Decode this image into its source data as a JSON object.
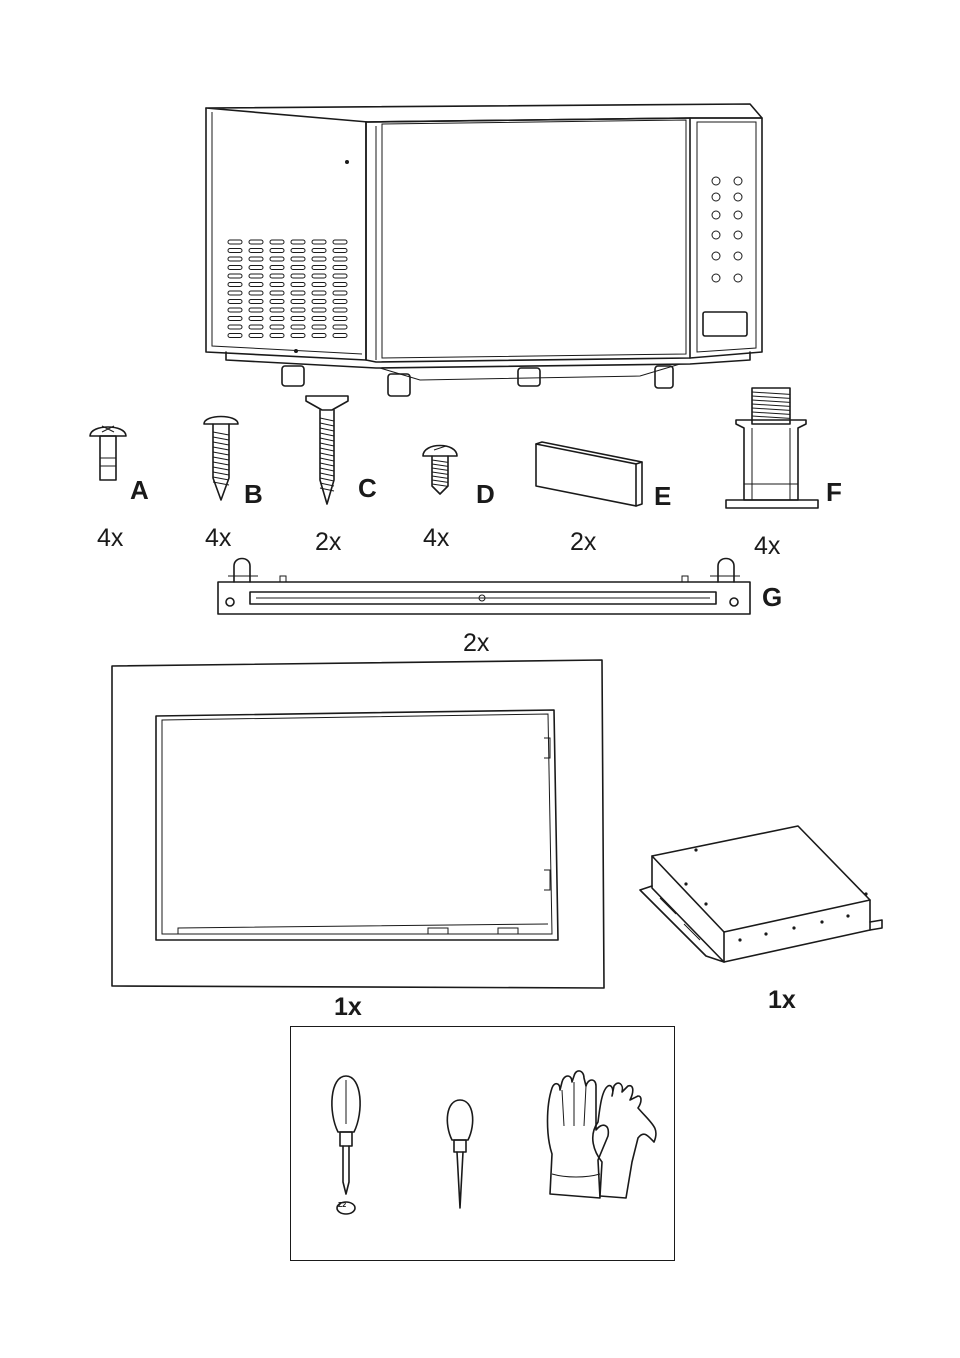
{
  "parts": [
    {
      "letter": "A",
      "qty": "4x",
      "icon": "cross-head-short-screw-icon"
    },
    {
      "letter": "B",
      "qty": "4x",
      "icon": "pan-head-wood-screw-icon"
    },
    {
      "letter": "C",
      "qty": "2x",
      "icon": "flat-head-long-screw-icon"
    },
    {
      "letter": "D",
      "qty": "4x",
      "icon": "short-machine-screw-icon"
    },
    {
      "letter": "E",
      "qty": "2x",
      "icon": "spacer-block-icon"
    },
    {
      "letter": "F",
      "qty": "4x",
      "icon": "adjustable-foot-icon"
    },
    {
      "letter": "G",
      "qty": "2x",
      "icon": "mounting-rail-icon"
    }
  ],
  "frame": {
    "qty": "1x",
    "icon": "trim-frame-icon"
  },
  "box": {
    "qty": "1x",
    "icon": "base-box-icon"
  },
  "tools": {
    "icons": [
      "cross-screwdriver-icon",
      "awl-icon",
      "gloves-icon"
    ],
    "bit_label": "Z2"
  },
  "appliance": {
    "icon": "microwave-oven-icon"
  }
}
